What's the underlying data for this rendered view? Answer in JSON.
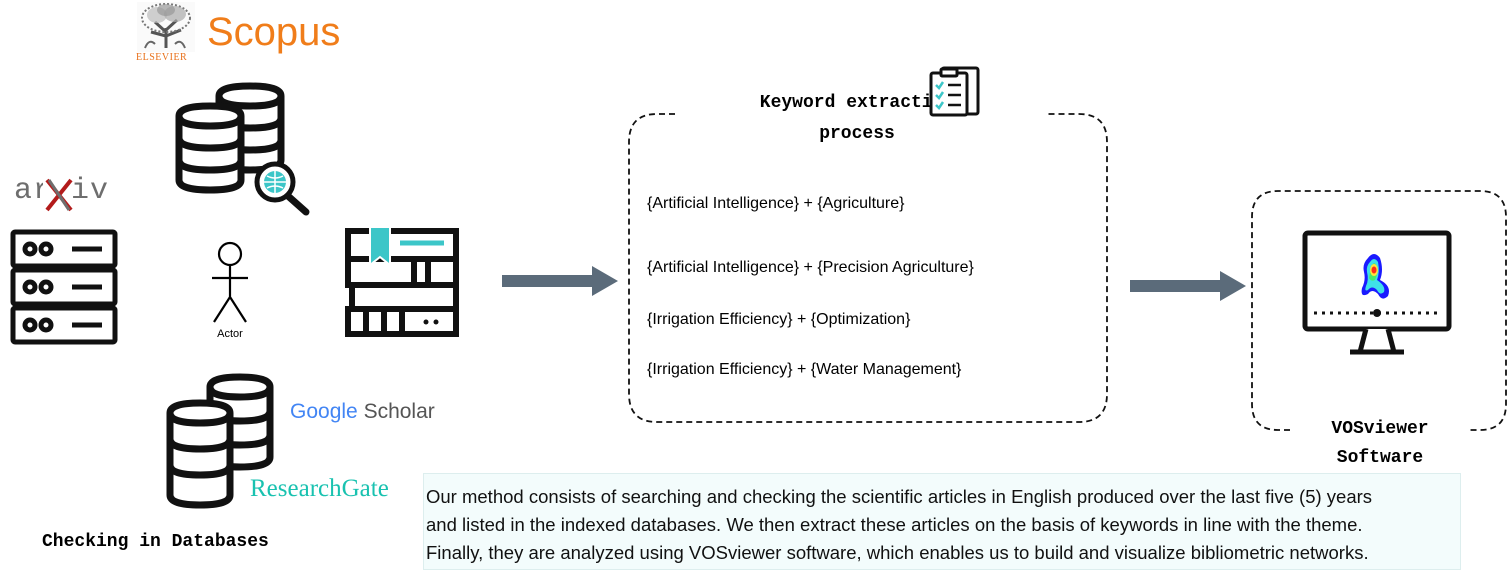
{
  "logos": {
    "scopus": "Scopus",
    "elsevier": "ELSEVIER",
    "arxiv": "arXiv",
    "google_scholar": {
      "google": "Google",
      "scholar": "Scholar"
    },
    "researchgate": "ResearchGate"
  },
  "actor": {
    "label": "Actor"
  },
  "databases_caption": "Checking in Databases",
  "keyword_panel": {
    "title": "Keyword extraction process",
    "queries": [
      "{Artificial Intelligence} + {Agriculture}",
      "{Artificial Intelligence} + {Precision Agriculture}",
      "{Irrigation Efficiency} + {Optimization}",
      "{Irrigation Efficiency} + {Water Management}"
    ]
  },
  "vosviewer": {
    "title": "VOSviewer Software"
  },
  "description": "Our method consists of searching and checking the scientific articles in English produced over the last five (5) years\nand listed in the indexed databases. We then extract these articles on the basis of keywords in line with the theme.\nFinally, they are analyzed using VOSviewer software, which enables us to build and visualize bibliometric networks.",
  "colors": {
    "arrow": "#5b6b7a",
    "scopus_orange": "#f07d1a",
    "researchgate_teal": "#19c2b0",
    "books_teal": "#3cc6c8",
    "heatmap": [
      "#1a1aff",
      "#3fe0e8",
      "#49e86b",
      "#ffe23a",
      "#ff2a1a"
    ]
  },
  "icons": [
    "elsevier-tree-icon",
    "database-search-icon",
    "server-rack-icon",
    "actor-icon",
    "books-stack-icon",
    "database-icon",
    "clipboard-checklist-icon",
    "monitor-heatmap-icon",
    "arrow-right-icon"
  ]
}
